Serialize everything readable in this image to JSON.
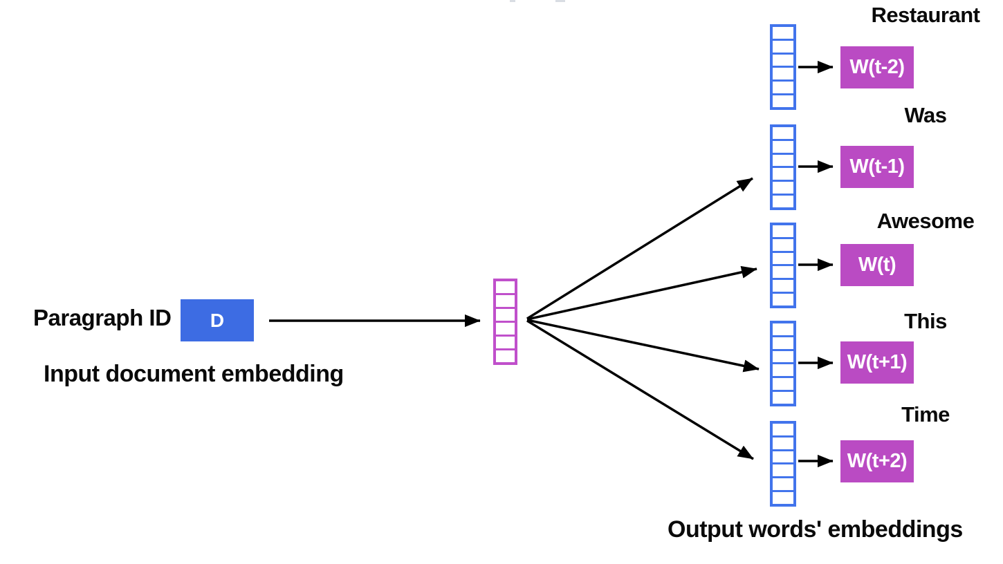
{
  "diagram": {
    "input_label": "Paragraph ID",
    "input_node": "D",
    "input_caption": "Input document embedding",
    "output_caption": "Output words' embeddings",
    "cells_per_vector": 6,
    "units": [
      {
        "word": "Restaurant",
        "weight": "W(t-2)"
      },
      {
        "word": "Was",
        "weight": "W(t-1)"
      },
      {
        "word": "Awesome",
        "weight": "W(t)"
      },
      {
        "word": "This",
        "weight": "W(t+1)"
      },
      {
        "word": "Time",
        "weight": "W(t+2)"
      }
    ],
    "colors": {
      "input-box": "#3d6ce3",
      "output-vector-border": "#4274ec",
      "center-vector-border": "#c050cb",
      "weight-box": "#ba4bc3",
      "arrow": "#000000"
    }
  }
}
